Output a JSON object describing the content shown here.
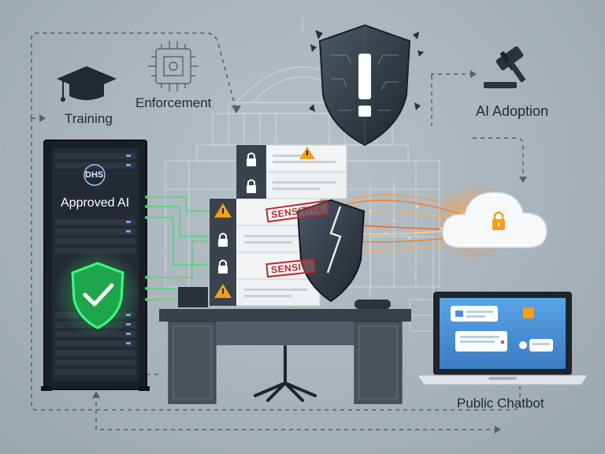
{
  "labels": {
    "training": "Training",
    "enforcement": "Enforcement",
    "ai_adoption": "AI Adoption",
    "public_chatbot": "Public Chatbot",
    "approved_ai": "Approved AI",
    "dhs": "DHS"
  },
  "stamps": [
    "SENSITIVE",
    "SENSITI"
  ],
  "icons": [
    "graduation-cap-icon",
    "circuit-chip-icon",
    "gavel-icon",
    "broken-shield-alert-icon",
    "lock-icon",
    "warning-icon",
    "green-shield-check-icon",
    "cloud-lock-icon",
    "laptop-icon",
    "chat-bubble-icon",
    "data-stream",
    "office-chair-icon"
  ],
  "colors": {
    "background": "#a8b3bb",
    "server": "#1a1f26",
    "green_accent": "#2ee06a",
    "warning": "#f0a01c",
    "stamp_red": "#c0262d",
    "stream_orange": "#ff7a1a",
    "laptop_screen": "#4a90d9"
  }
}
